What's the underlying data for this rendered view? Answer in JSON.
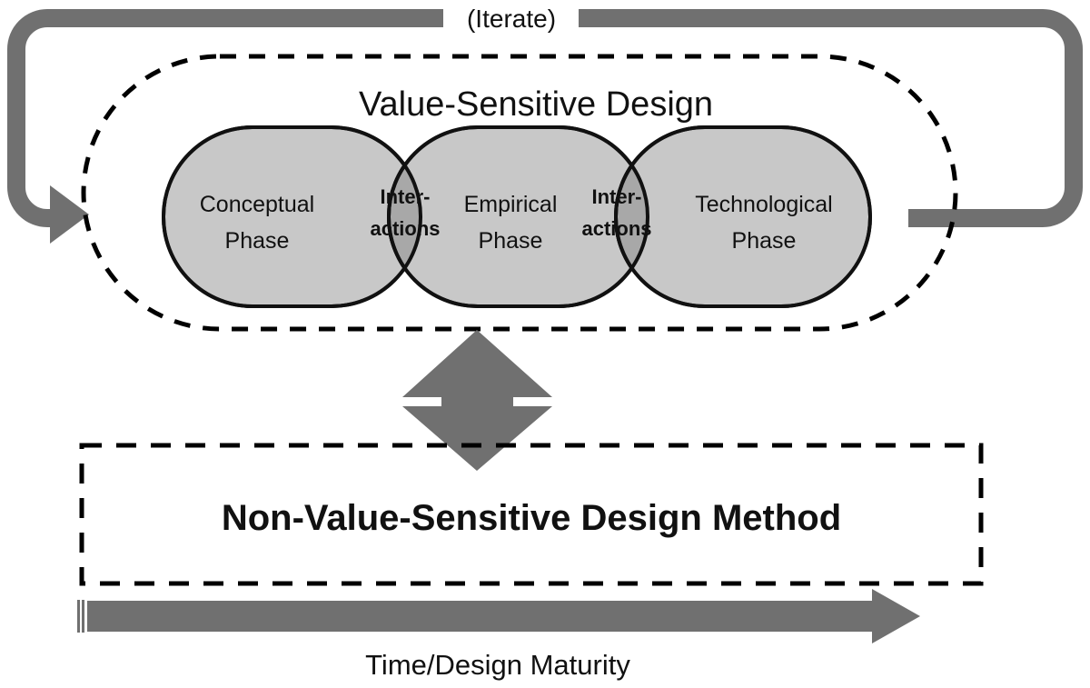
{
  "figure": {
    "kind": "process-diagram",
    "background_color": "#ffffff"
  },
  "colors": {
    "gray_arrow": "#707070",
    "phase_fill": "#c8c8c8",
    "lens_fill": "#a8a8a8",
    "outline": "#111111",
    "dashed_border": "#000000",
    "text": "#111111"
  },
  "iterate_loop": {
    "label": "(Iterate)",
    "direction": "right-to-left across top, down left side, arrowhead pointing right into the Value-Sensitive Design container"
  },
  "vsd_container": {
    "title": "Value-Sensitive Design",
    "border_style": "dashed",
    "phases": [
      {
        "id": "conceptual",
        "line1": "Conceptual",
        "line2": "Phase"
      },
      {
        "id": "empirical",
        "line1": "Empirical",
        "line2": "Phase"
      },
      {
        "id": "technological",
        "line1": "Technological",
        "line2": "Phase"
      }
    ],
    "intersections": [
      {
        "id": "interactions-left",
        "line1": "Inter-",
        "line2": "actions"
      },
      {
        "id": "interactions-right",
        "line1": "Inter-",
        "line2": "actions"
      }
    ]
  },
  "connector": {
    "name": "double-headed-vertical-arrow",
    "direction": "up-and-down"
  },
  "nonvsd_container": {
    "title": "Non-Value-Sensitive Design Method",
    "border_style": "dashed"
  },
  "time_axis": {
    "label": "Time/Design  Maturity",
    "direction": "left-to-right"
  }
}
